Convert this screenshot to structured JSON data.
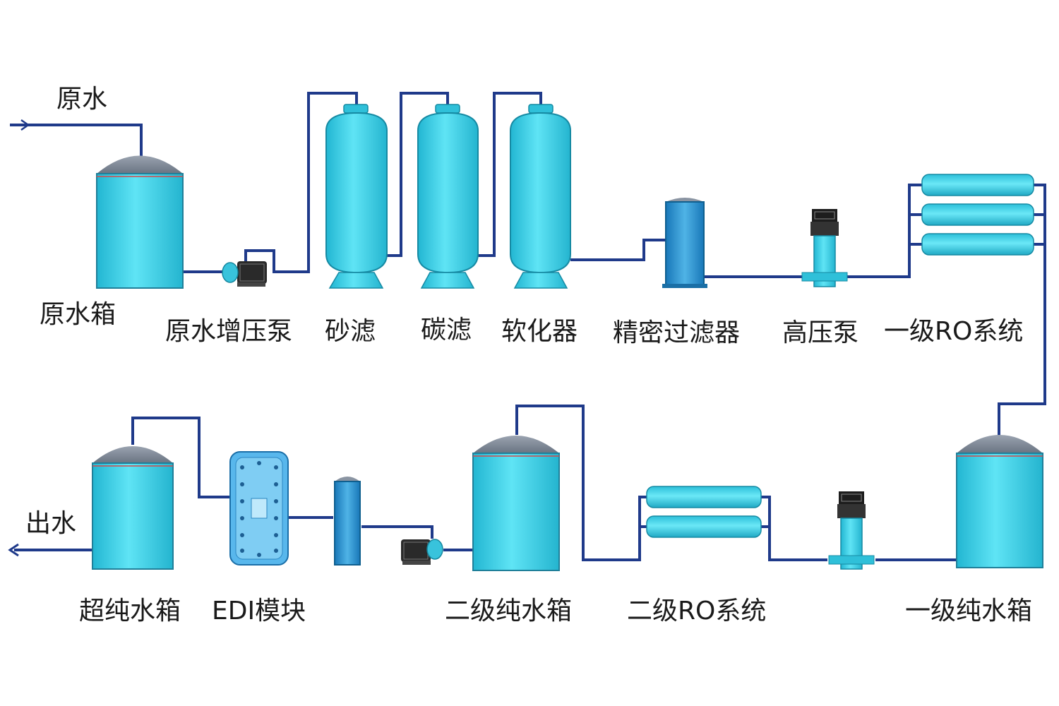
{
  "flow": {
    "inlet_label": "原水",
    "outlet_label": "出水"
  },
  "equipment": {
    "raw_water_tank": "原水箱",
    "raw_water_booster_pump": "原水增压泵",
    "sand_filter": "砂滤",
    "carbon_filter": "碳滤",
    "softener": "软化器",
    "precision_filter": "精密过滤器",
    "high_pressure_pump": "高压泵",
    "primary_ro_system": "一级RO系统",
    "primary_pure_water_tank": "一级纯水箱",
    "secondary_ro_system": "二级RO系统",
    "secondary_pure_water_tank": "二级纯水箱",
    "edi_module": "EDI模块",
    "ultrapure_water_tank": "超纯水箱"
  },
  "colors": {
    "pipe": "#1f3a8a",
    "vessel": "#3fd0e6",
    "vessel_outline": "#1ea9c4",
    "tank_dome": "#7f8a99",
    "pump_body": "#2a2a2a"
  }
}
